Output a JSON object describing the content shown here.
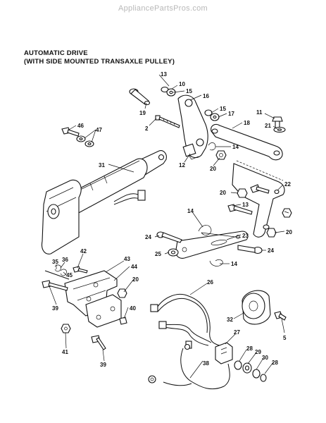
{
  "watermark": "AppliancePartsPros.com",
  "title": {
    "line1": "AUTOMATIC DRIVE",
    "line2": "(WITH SIDE MOUNTED TRANSAXLE PULLEY)"
  },
  "callouts": {
    "c13a": "13",
    "c10": "10",
    "c15a": "15",
    "c16": "16",
    "c15b": "15",
    "c17": "17",
    "c19": "19",
    "c2": "2",
    "c11": "11",
    "c18": "18",
    "c21": "21",
    "c46": "46",
    "c47": "47",
    "c14a": "14",
    "c20a": "20",
    "c12": "12",
    "c31": "31",
    "c22": "22",
    "c20b": "20",
    "c13b": "13",
    "c14b": "14",
    "c23": "23",
    "c24a": "24",
    "c20c": "20",
    "c25": "25",
    "c24b": "24",
    "c14c": "14",
    "c42": "42",
    "c35": "35",
    "c36": "36",
    "c45": "45",
    "c43": "43",
    "c44": "44",
    "c20d": "20",
    "c39a": "39",
    "c40": "40",
    "c26": "26",
    "c32": "32",
    "c5": "5",
    "c41": "41",
    "c27": "27",
    "c28a": "28",
    "c29": "29",
    "c30": "30",
    "c28b": "28",
    "c39b": "39",
    "c38": "38"
  }
}
